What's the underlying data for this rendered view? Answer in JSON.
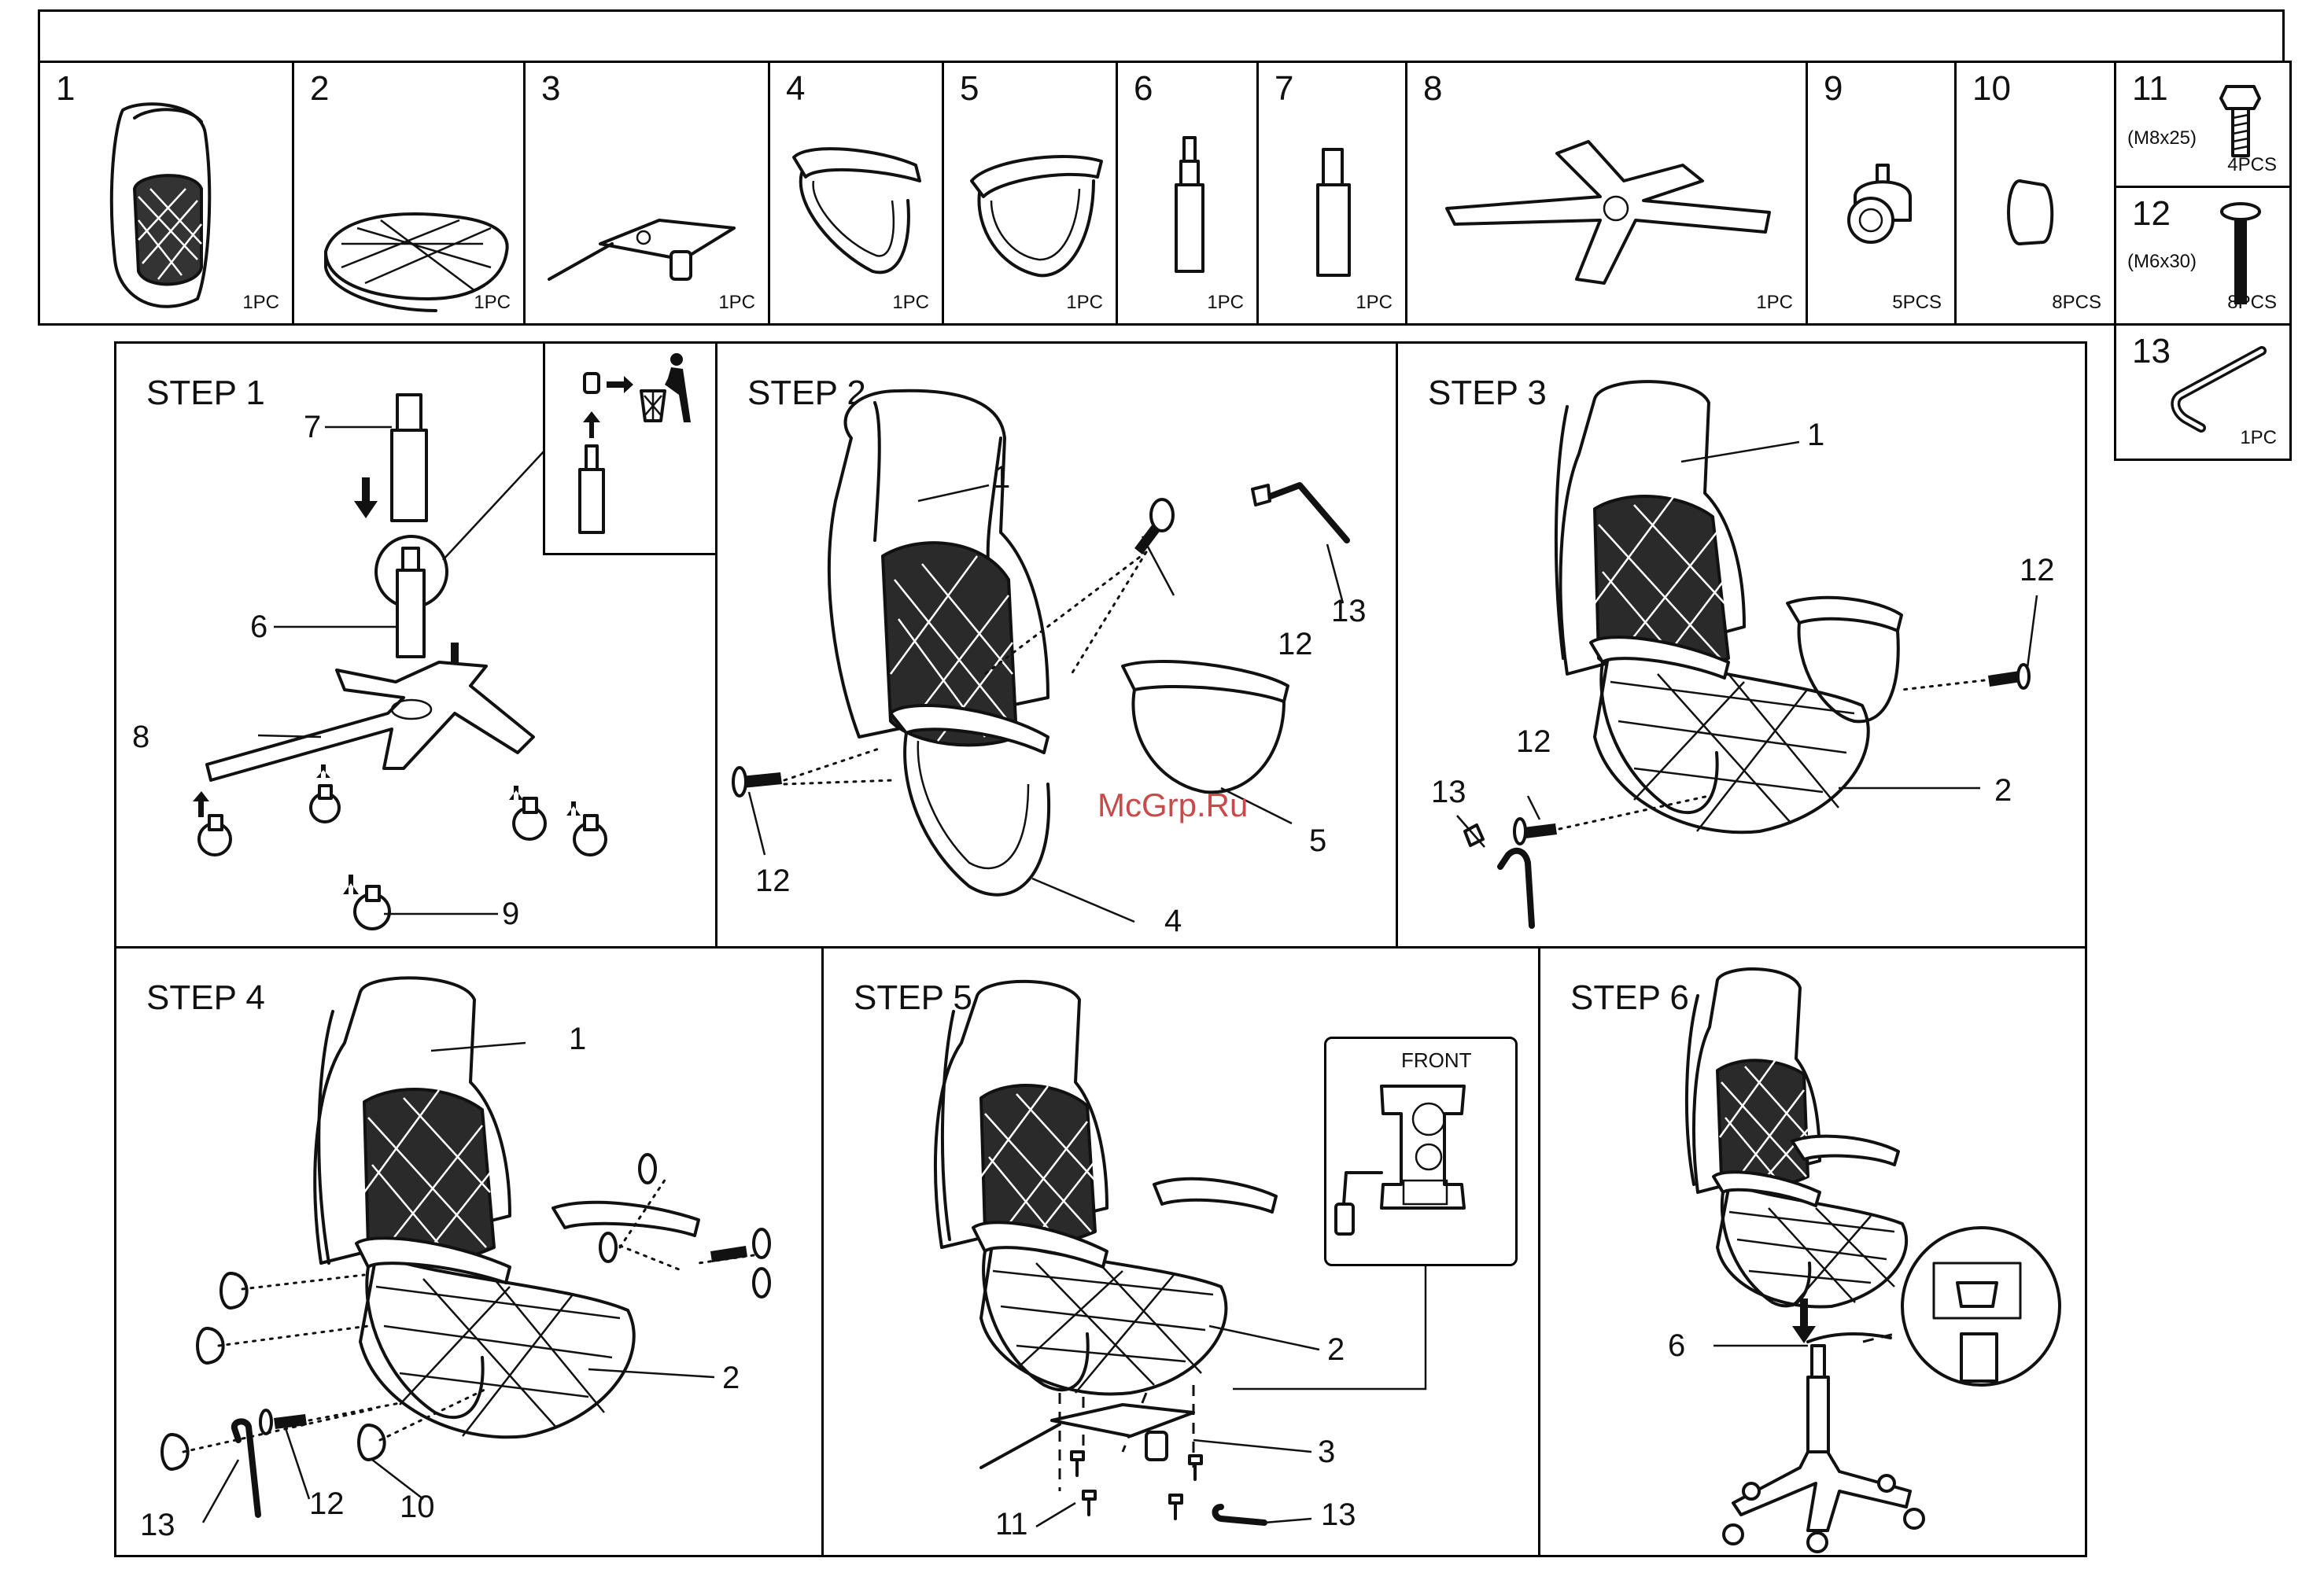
{
  "parts": [
    {
      "number": "1",
      "qty": "1PC",
      "icon": "backrest-icon"
    },
    {
      "number": "2",
      "qty": "1PC",
      "icon": "seat-cushion-icon"
    },
    {
      "number": "3",
      "qty": "1PC",
      "icon": "seat-mechanism-plate-icon"
    },
    {
      "number": "4",
      "qty": "1PC",
      "icon": "left-armrest-icon"
    },
    {
      "number": "5",
      "qty": "1PC",
      "icon": "right-armrest-icon"
    },
    {
      "number": "6",
      "qty": "1PC",
      "icon": "gas-lift-icon"
    },
    {
      "number": "7",
      "qty": "1PC",
      "icon": "gas-lift-cover-icon"
    },
    {
      "number": "8",
      "qty": "1PC",
      "icon": "five-star-base-icon"
    },
    {
      "number": "9",
      "qty": "5PCS",
      "icon": "caster-wheel-icon"
    },
    {
      "number": "10",
      "qty": "8PCS",
      "icon": "cover-cap-icon"
    },
    {
      "number": "11",
      "spec": "(M8x25)",
      "qty": "4PCS",
      "icon": "bolt-m8-icon"
    },
    {
      "number": "12",
      "spec": "(M6x30)",
      "qty": "8PCS",
      "icon": "bolt-m6-icon"
    },
    {
      "number": "13",
      "qty": "1PC",
      "icon": "allen-key-icon"
    }
  ],
  "steps": {
    "step1": {
      "title": "STEP 1",
      "callouts": [
        "7",
        "6",
        "8",
        "9"
      ]
    },
    "step2": {
      "title": "STEP 2",
      "callouts": [
        "1",
        "12",
        "13",
        "12",
        "5",
        "4"
      ]
    },
    "step3": {
      "title": "STEP 3",
      "callouts": [
        "1",
        "12",
        "12",
        "13",
        "2"
      ]
    },
    "step4": {
      "title": "STEP 4",
      "callouts": [
        "1",
        "2",
        "13",
        "12",
        "10"
      ]
    },
    "step5": {
      "title": "STEP 5",
      "callouts": [
        "2",
        "3",
        "11",
        "13"
      ],
      "inset_label": "FRONT"
    },
    "step6": {
      "title": "STEP 6",
      "callouts": [
        "6"
      ]
    }
  },
  "watermark": "McGrp.Ru"
}
